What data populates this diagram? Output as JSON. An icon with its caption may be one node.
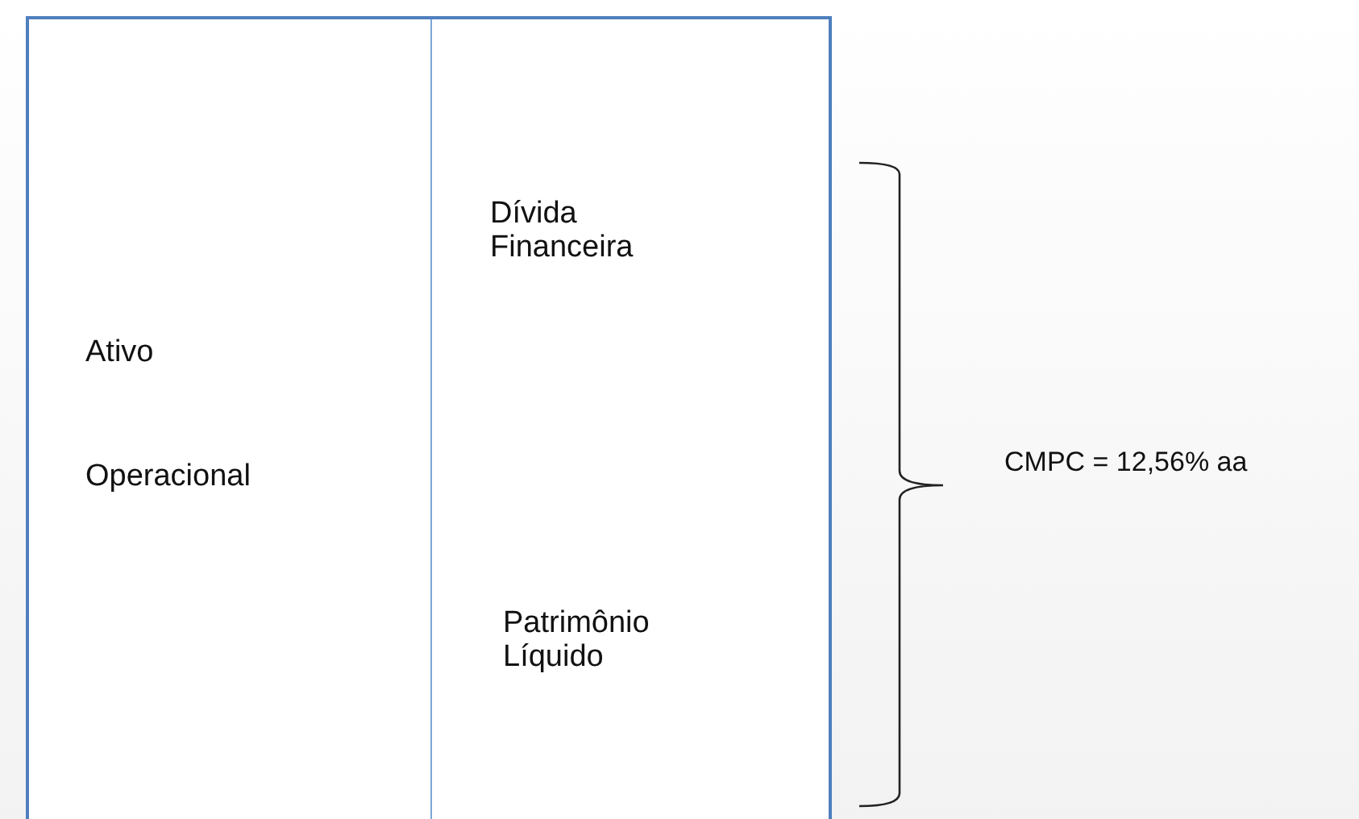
{
  "diagram": {
    "nodes": [
      {
        "text": [],
        "shape": "box"
      },
      {
        "text": [
          "Ativo",
          "Operacional"
        ],
        "in": 0
      },
      {
        "text": [
          "Dívida Financeira",
          "Patrimônio Líquido"
        ],
        "in": 0
      }
    ],
    "labels": [
      "CMPC = 12,56% aa"
    ]
  }
}
